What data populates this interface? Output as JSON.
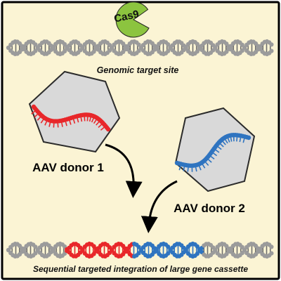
{
  "labels": {
    "cas9": "Cas9",
    "genomic_target_site": "Genomic target site",
    "donor_1": "AAV donor 1",
    "donor_2": "AAV donor 2",
    "result_caption": "Sequential targeted integration of large gene cassette"
  },
  "colors": {
    "background": "#fbf4d4",
    "frame": "#000000",
    "dna_gray": "#9b9b9b",
    "dna_gray_dark": "#6e6e6e",
    "donor_red": "#e8272a",
    "donor_blue": "#2f74c0",
    "cas9_green": "#8cc43f",
    "capsid_fill": "#d9d9d9",
    "capsid_stroke": "#2b2b2b"
  },
  "icons": {
    "cas9": "cas9-pacman-icon",
    "capsid": "aav-capsid-hexagon-icon",
    "arrow": "curved-arrow-icon"
  }
}
